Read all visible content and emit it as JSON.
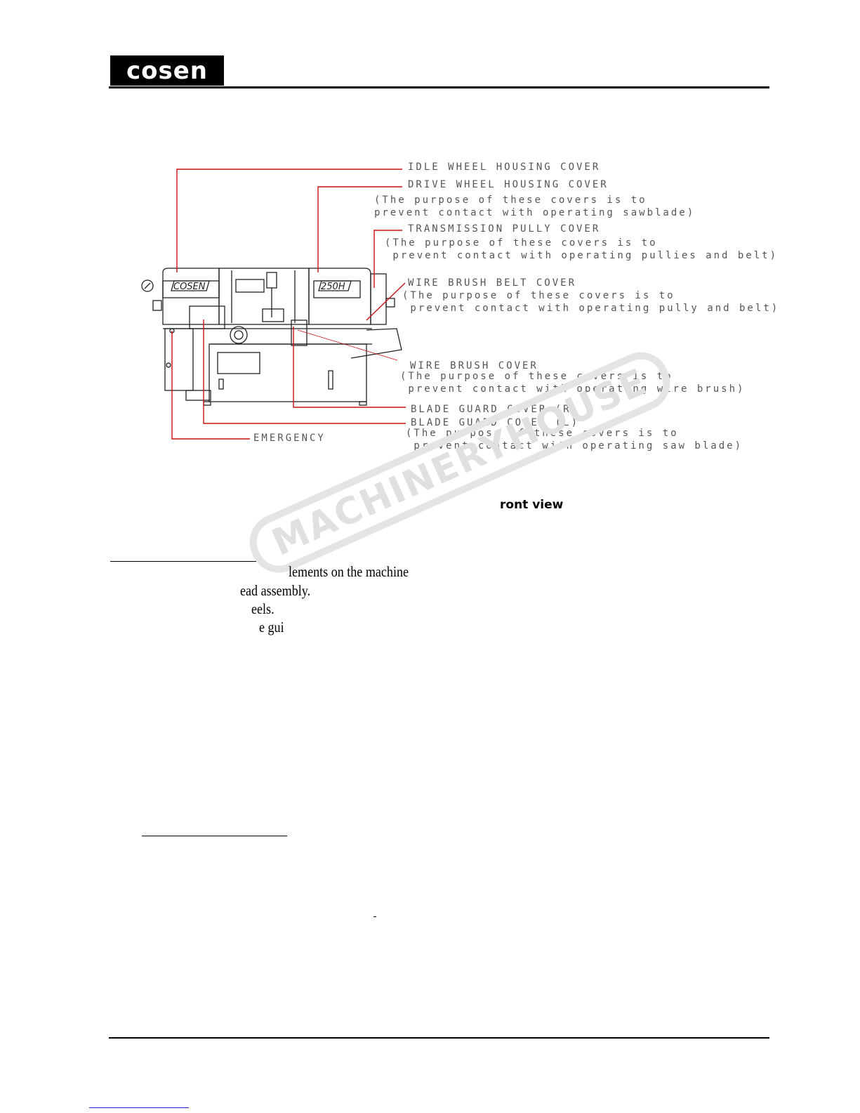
{
  "header": {
    "logo_text": "cosen"
  },
  "diagram": {
    "plate_left": "COSEN",
    "plate_right": "250H",
    "callouts": {
      "idle_wheel": "IDLE WHEEL HOUSING COVER",
      "drive_wheel": "DRIVE WHEEL HOUSING COVER",
      "drive_wheel_note": "(The purpose of these covers is to\nprevent contact with operating sawblade)",
      "transmission": "TRANSMISSION PULLY COVER",
      "transmission_note": "(The purpose of these covers is to\n prevent contact with operating pullies and belt)",
      "brush_belt": "WIRE BRUSH BELT COVER",
      "brush_belt_note": "(The purpose of these covers is to\n prevent contact with operating pully and belt)",
      "wire_brush": "WIRE BRUSH COVER",
      "wire_brush_note": "(The purpose of these covers is to\n prevent contact with operating wire brush)",
      "blade_guard_r": "BLADE GUARD COVER (R)",
      "blade_guard_l": "BLADE GUARD COVER (L)",
      "blade_guard_note": "(The purpose of these covers is to\n prevent contact with operating saw blade)",
      "emergency": "EMERGENCY"
    },
    "caption": "ront view"
  },
  "body": {
    "line1": "lements on the machine",
    "line2": "ead assembly.",
    "line3": "eels.",
    "line4": "e gui"
  },
  "watermark": "MACHINERYHOUSE",
  "colors": {
    "leader": "#cc1111",
    "callout_text": "#555555",
    "footer_link": "#2222cc"
  }
}
